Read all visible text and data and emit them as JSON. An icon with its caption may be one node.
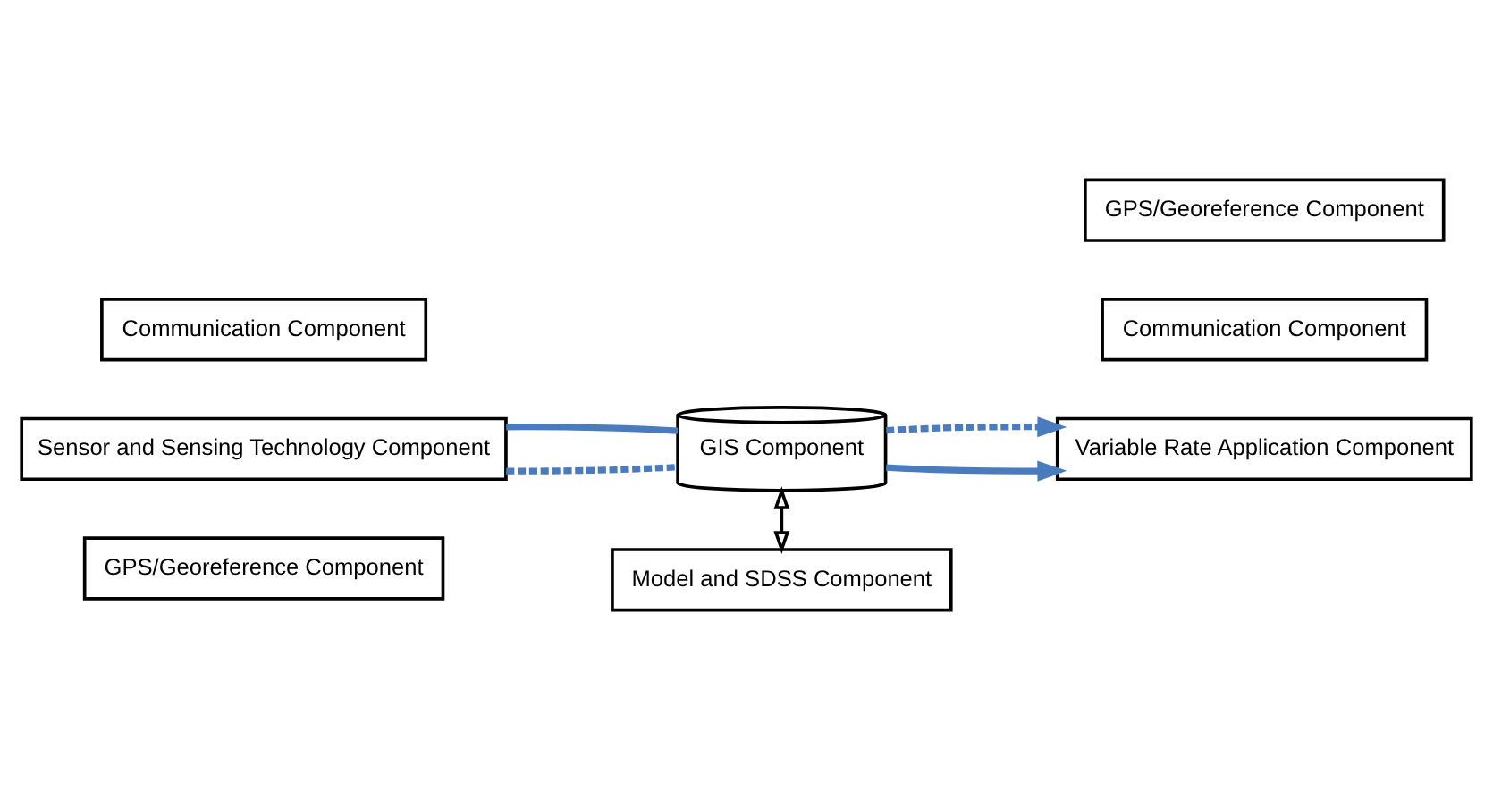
{
  "diagram": {
    "nodes": [
      {
        "text": [
          "Communication Component"
        ]
      },
      {
        "text": [
          "GPS/Georeference Component"
        ]
      },
      {
        "text": [
          "Sensor and Sensing Technology Component"
        ]
      },
      {
        "text": [
          "GIS Component"
        ]
      },
      {
        "text": [
          "Variable Rate Application Component"
        ]
      },
      {
        "text": [
          "GPS/Georeference Component"
        ]
      },
      {
        "text": [
          "Model and SDSS Component"
        ]
      },
      {
        "text": [
          "Communication Component"
        ]
      }
    ],
    "edges": [
      {
        "from": 2,
        "to": 3,
        "arrow": "none",
        "style": "dashed"
      },
      {
        "from": 2,
        "to": 3,
        "arrow": "none"
      },
      {
        "from": 3,
        "to": 4,
        "arrow": "to"
      },
      {
        "from": 3,
        "to": 4,
        "arrow": "to",
        "style": "dashed"
      },
      {
        "from": 3,
        "to": 6,
        "arrow": "both",
        "color": "#000000"
      }
    ]
  }
}
